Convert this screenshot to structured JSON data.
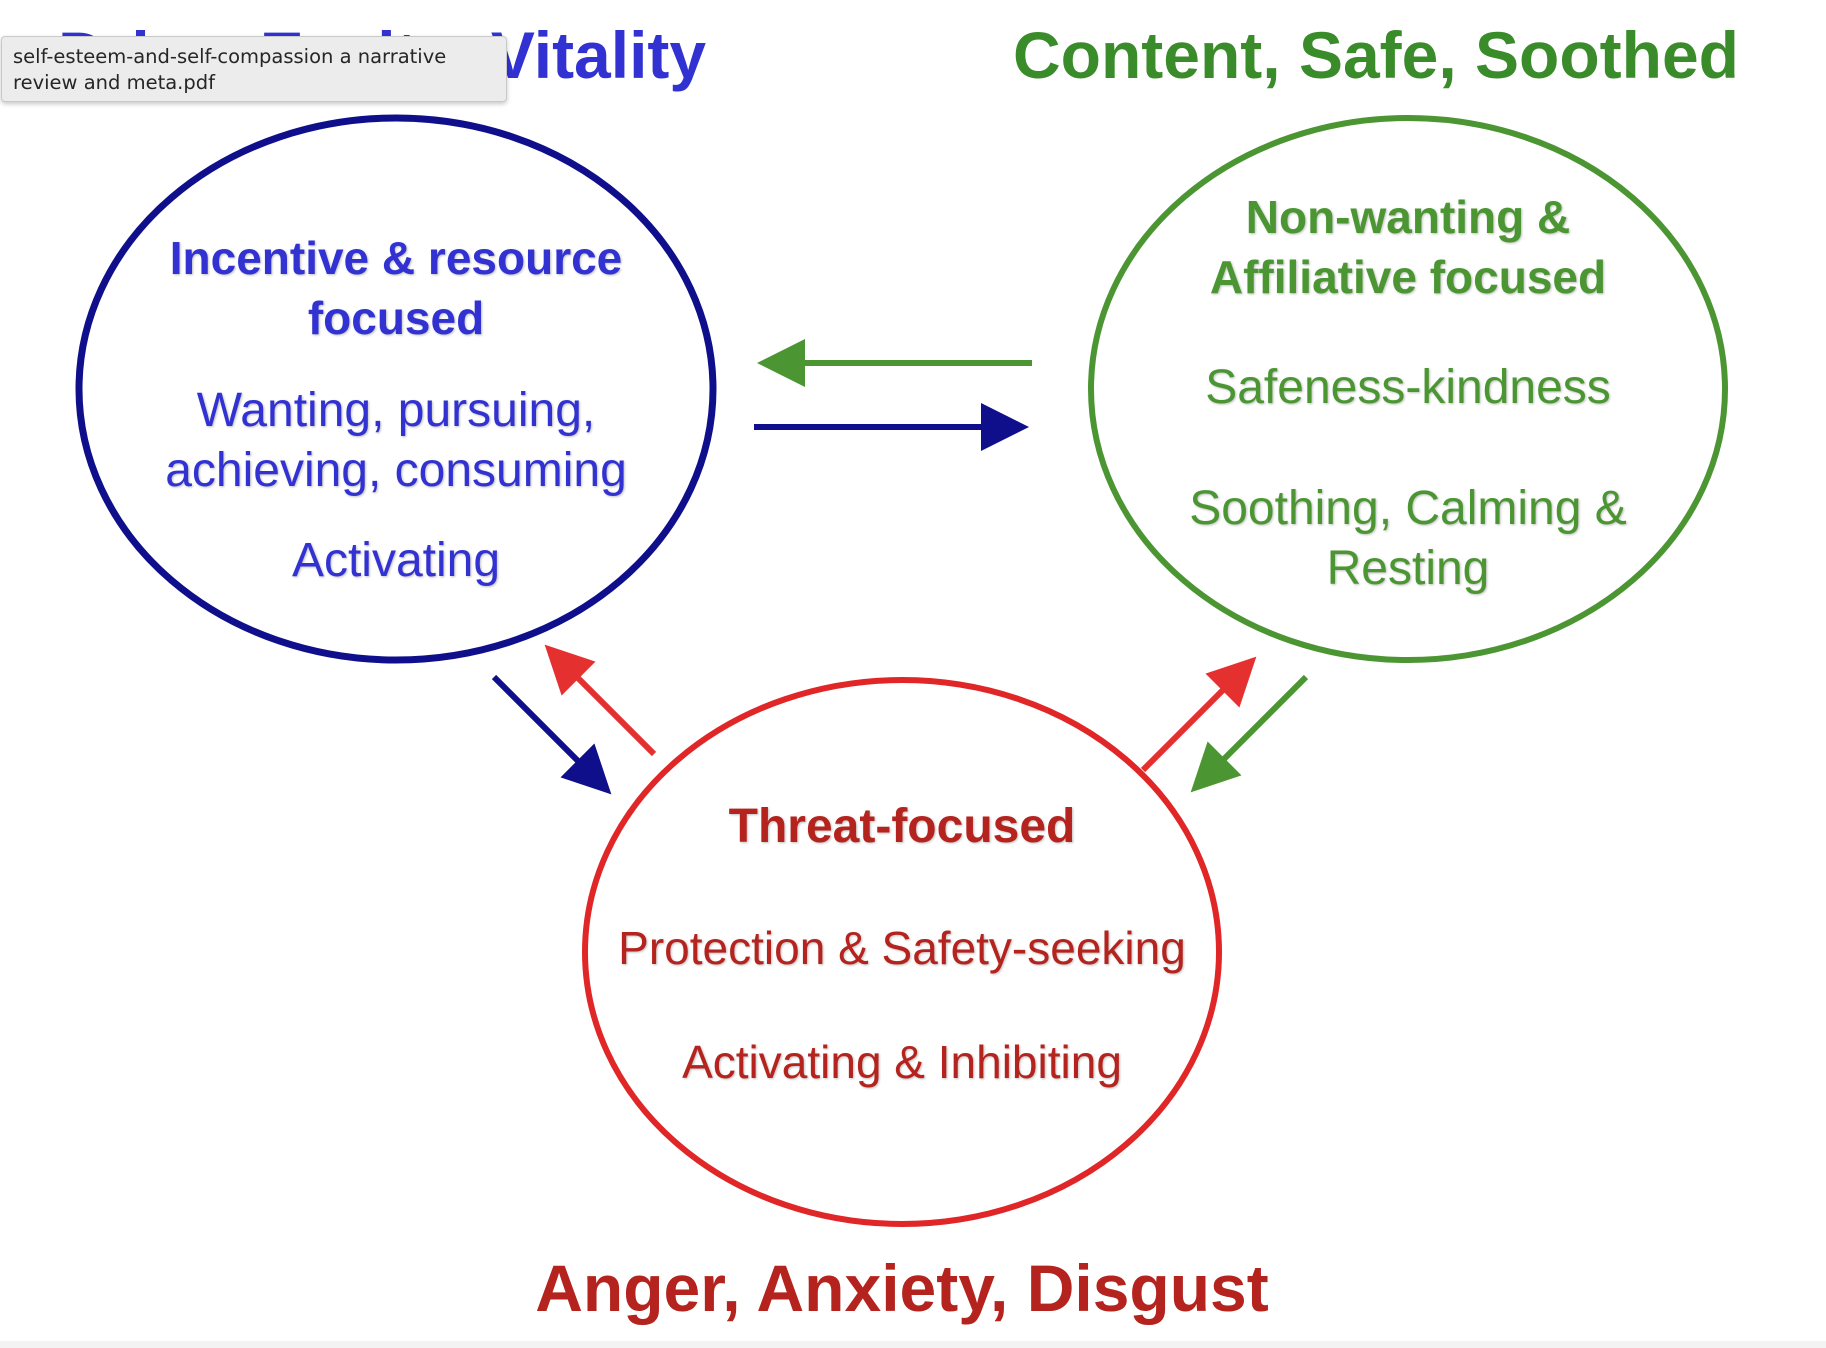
{
  "headings": {
    "drive": "Drive, Excite, Vitality",
    "content": "Content, Safe, Soothed",
    "threat": "Anger, Anxiety, Disgust"
  },
  "drive_circle": {
    "title_line1": "Incentive & resource",
    "title_line2": "focused",
    "desc_line1": "Wanting, pursuing,",
    "desc_line2": "achieving, consuming",
    "mode": "Activating"
  },
  "soothe_circle": {
    "title_line1": "Non-wanting &",
    "title_line2": "Affiliative focused",
    "desc": "Safeness-kindness",
    "mode_line1": "Soothing, Calming &",
    "mode_line2": "Resting"
  },
  "threat_circle": {
    "title": "Threat-focused",
    "desc": "Protection & Safety-seeking",
    "mode": "Activating & Inhibiting"
  },
  "tooltip": {
    "text": "self-esteem-and-self-compassion a narrative review and meta.pdf"
  },
  "colors": {
    "drive_heading": "#3232d2",
    "drive_circle": "#0f0f8c",
    "content_heading": "#3a8c2a",
    "soothe_circle": "#4b9632",
    "threat_heading": "#b4231e",
    "threat_circle": "#e02626",
    "tooltip_bg": "#ececec"
  },
  "arrows": [
    {
      "from": "soothe",
      "to": "drive",
      "color": "green"
    },
    {
      "from": "drive",
      "to": "soothe",
      "color": "navy"
    },
    {
      "from": "drive",
      "to": "threat",
      "color": "navy"
    },
    {
      "from": "threat",
      "to": "drive",
      "color": "red"
    },
    {
      "from": "threat",
      "to": "soothe",
      "color": "red"
    },
    {
      "from": "soothe",
      "to": "threat",
      "color": "green"
    }
  ]
}
